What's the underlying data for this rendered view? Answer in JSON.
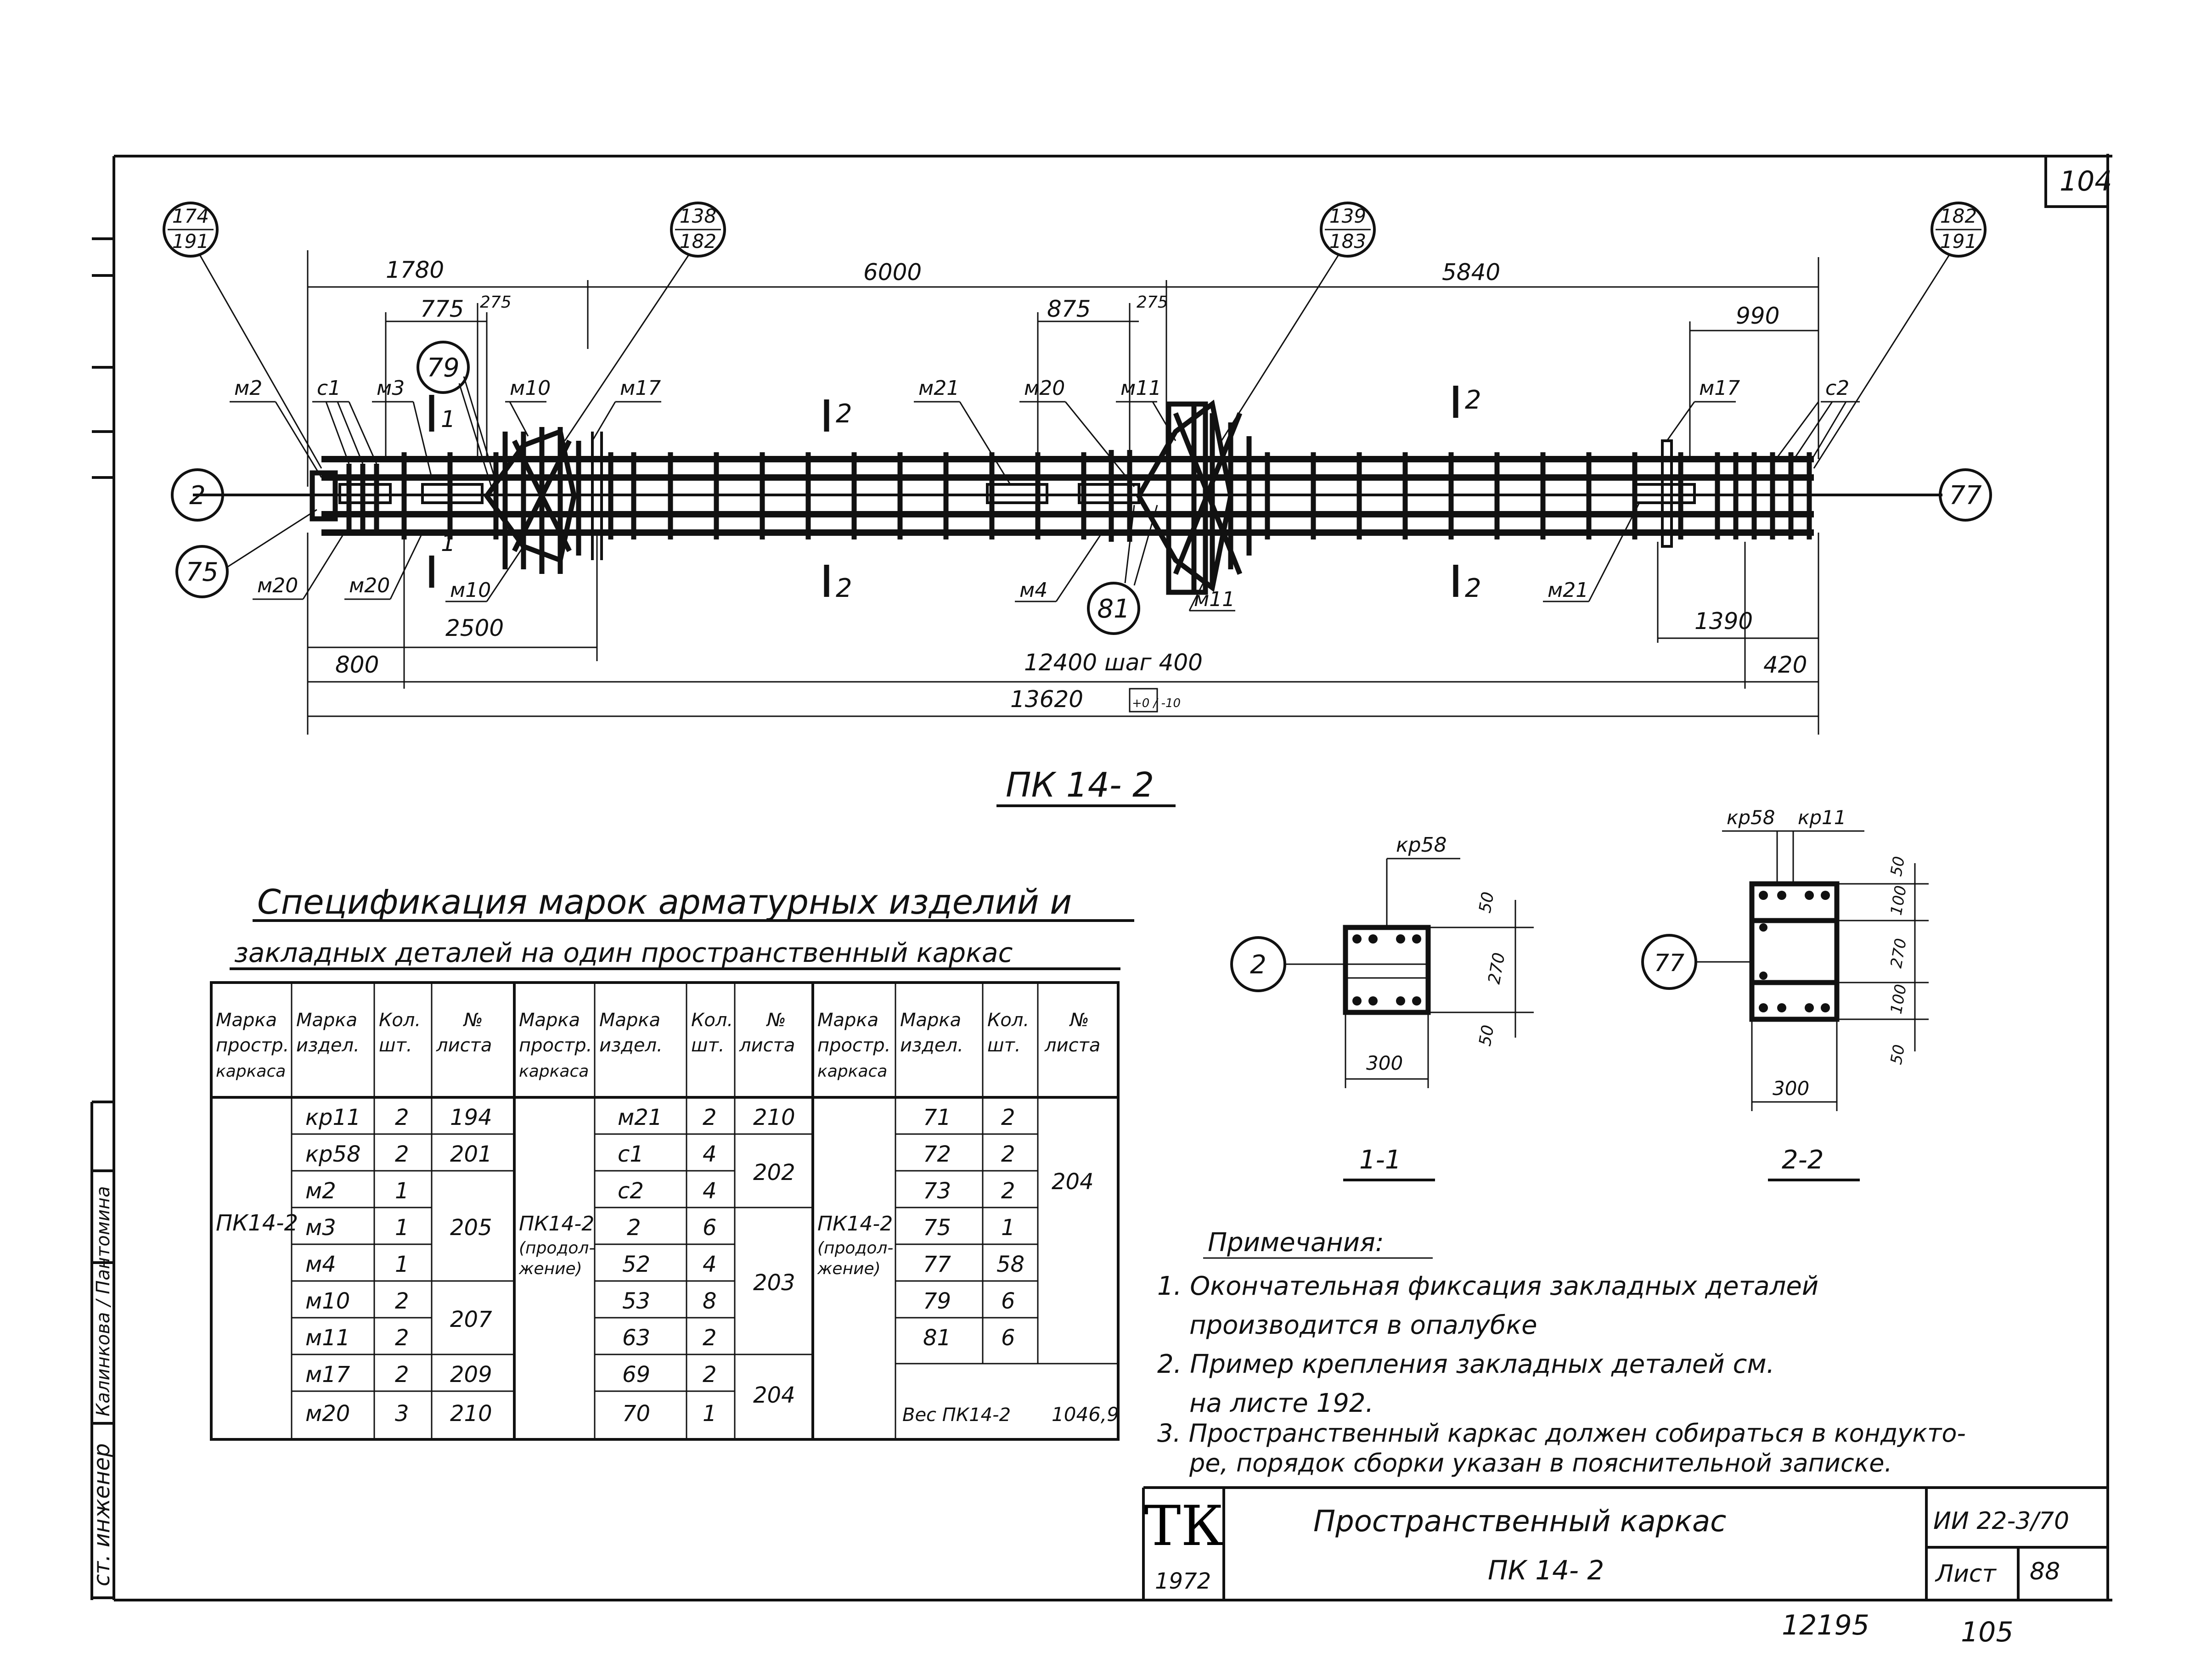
{
  "sheet_corner_number": "104",
  "drawing": {
    "dimensions": {
      "d1780": "1780",
      "d775": "775",
      "d275a": "275",
      "d6000": "6000",
      "d875": "875",
      "d275b": "275",
      "d5840": "5840",
      "d990": "990",
      "d2500": "2500",
      "d800": "800",
      "d12400": "12400 шаг 400",
      "d420": "420",
      "d1390": "1390",
      "d13620": "13620",
      "tolerance": "+0 / -10"
    },
    "callouts": [
      {
        "top": "174",
        "bottom": "191"
      },
      {
        "top": "138",
        "bottom": "182"
      },
      {
        "top": "139",
        "bottom": "183"
      },
      {
        "top": "182",
        "bottom": "191"
      }
    ],
    "circles": {
      "c2": "2",
      "c75": "75",
      "c79": "79",
      "c81": "81",
      "c77": "77"
    },
    "labels": {
      "m2": "м2",
      "c1": "с1",
      "m3": "м3",
      "m10a": "м10",
      "m17a": "м17",
      "m21a": "м21",
      "m20a": "м20",
      "m11a": "м11",
      "m17b": "м17",
      "c2": "с2",
      "m20b": "м20",
      "m20c": "м20",
      "m10b": "м10",
      "m4": "м4",
      "m11b": "м11",
      "m21b": "м21",
      "sec1": "1",
      "sec1b": "1",
      "sec2a": "2",
      "sec2b": "2",
      "sec2c": "2",
      "sec2d": "2"
    },
    "title": "ПК 14- 2"
  },
  "sections": {
    "s11": {
      "title": "1-1",
      "rebar": "кр58",
      "circle": "2",
      "dims": {
        "w": "300",
        "h1": "50",
        "h2": "270",
        "h3": "50"
      }
    },
    "s22": {
      "title": "2-2",
      "rebar1": "кр58",
      "rebar2": "кр11",
      "circle": "77",
      "dims": {
        "w": "300",
        "v1": "50",
        "v2": "100",
        "v3": "270",
        "v4": "100",
        "v5": "50"
      }
    }
  },
  "spec": {
    "title_line1": "Спецификация марок арматурных изделий и",
    "title_line2": "закладных деталей на один пространственный каркас",
    "headers": [
      {
        "a": "Марка",
        "b": "простр.",
        "c": "каркаса"
      },
      {
        "a": "Марка",
        "b": "издел."
      },
      {
        "a": "Кол.",
        "b": "шт."
      },
      {
        "a": "№",
        "b": "листа"
      }
    ],
    "group1": {
      "frame": "ПК14-2",
      "rows": [
        {
          "item": "кр11",
          "qty": "2"
        },
        {
          "item": "кр58",
          "qty": "2"
        },
        {
          "item": "м2",
          "qty": "1"
        },
        {
          "item": "м3",
          "qty": "1"
        },
        {
          "item": "м4",
          "qty": "1"
        },
        {
          "item": "м10",
          "qty": "2"
        },
        {
          "item": "м11",
          "qty": "2"
        },
        {
          "item": "м17",
          "qty": "2"
        },
        {
          "item": "м20",
          "qty": "3"
        }
      ],
      "sheets": {
        "s1": "194",
        "s2": "201",
        "s3": "205",
        "s4": "207",
        "s5": "209",
        "s6": "210"
      }
    },
    "group2": {
      "frame_line1": "ПК14-2",
      "frame_line2": "(продол-",
      "frame_line3": "жение)",
      "rows": [
        {
          "item": "м21",
          "qty": "2"
        },
        {
          "item": "с1",
          "qty": "4"
        },
        {
          "item": "с2",
          "qty": "4"
        },
        {
          "item": "2",
          "qty": "6"
        },
        {
          "item": "52",
          "qty": "4"
        },
        {
          "item": "53",
          "qty": "8"
        },
        {
          "item": "63",
          "qty": "2"
        },
        {
          "item": "69",
          "qty": "2"
        },
        {
          "item": "70",
          "qty": "1"
        }
      ],
      "sheets": {
        "s1": "210",
        "s2": "202",
        "s3": "203",
        "s4": "204"
      }
    },
    "group3": {
      "frame_line1": "ПК14-2",
      "frame_line2": "(продол-",
      "frame_line3": "жение)",
      "rows": [
        {
          "item": "71",
          "qty": "2"
        },
        {
          "item": "72",
          "qty": "2"
        },
        {
          "item": "73",
          "qty": "2"
        },
        {
          "item": "75",
          "qty": "1"
        },
        {
          "item": "77",
          "qty": "58"
        },
        {
          "item": "79",
          "qty": "6"
        },
        {
          "item": "81",
          "qty": "6"
        }
      ],
      "sheet": "204",
      "weight_label": "Вес ПК14-2",
      "weight_value": "1046,9"
    }
  },
  "notes": {
    "title": "Примечания:",
    "n1a": "1. Окончательная фиксация закладных деталей",
    "n1b": "производится в опалубке",
    "n2a": "2. Пример крепления закладных деталей см.",
    "n2b": "на листе 192.",
    "n3a": "3. Пространственный каркас должен собираться в кондукто-",
    "n3b": "ре, порядок сборки указан в пояснительной записке."
  },
  "stamp": {
    "logo": "ТК",
    "year": "1972",
    "title": "Пространственный каркас",
    "subtitle": "ПК 14- 2",
    "series": "ИИ 22-3/70",
    "sheet_label": "Лист",
    "sheet_no": "88"
  },
  "side_stamp": "ст. инженер",
  "side_sign": "Калинкова / Пантомина",
  "footer": {
    "num1": "12195",
    "num2": "105"
  }
}
